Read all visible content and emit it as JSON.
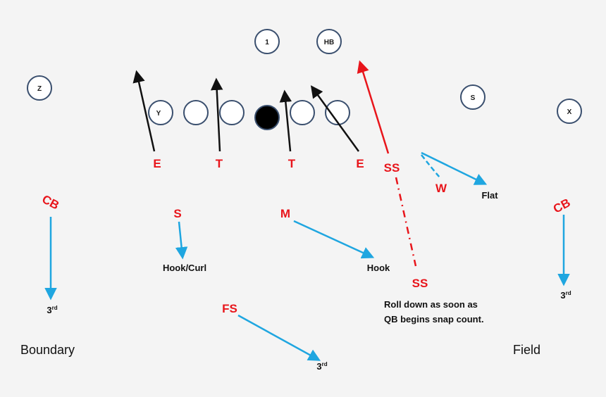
{
  "colors": {
    "defense": "#e8151b",
    "coverage": "#1fa6e0",
    "rush": "#111111",
    "player_ring": "#3a4f6e",
    "center_fill": "#000000"
  },
  "offense": {
    "qb": "1",
    "hb": "HB",
    "z": "Z",
    "y": "Y",
    "s": "S",
    "x": "X"
  },
  "defense": {
    "e_left": "E",
    "t_left": "T",
    "t_right": "T",
    "e_right": "E",
    "ss_start": "SS",
    "w": "W",
    "cb_left": "CB",
    "cb_right": "CB",
    "s": "S",
    "m": "M",
    "ss_end": "SS",
    "fs": "FS"
  },
  "assignments": {
    "flat": "Flat",
    "hook_curl": "Hook/Curl",
    "hook": "Hook",
    "third_base": "3",
    "third_sup": "rd"
  },
  "notes": {
    "ss_line1": "Roll down as soon as",
    "ss_line2": "QB begins snap count."
  },
  "sides": {
    "left": "Boundary",
    "right": "Field"
  }
}
